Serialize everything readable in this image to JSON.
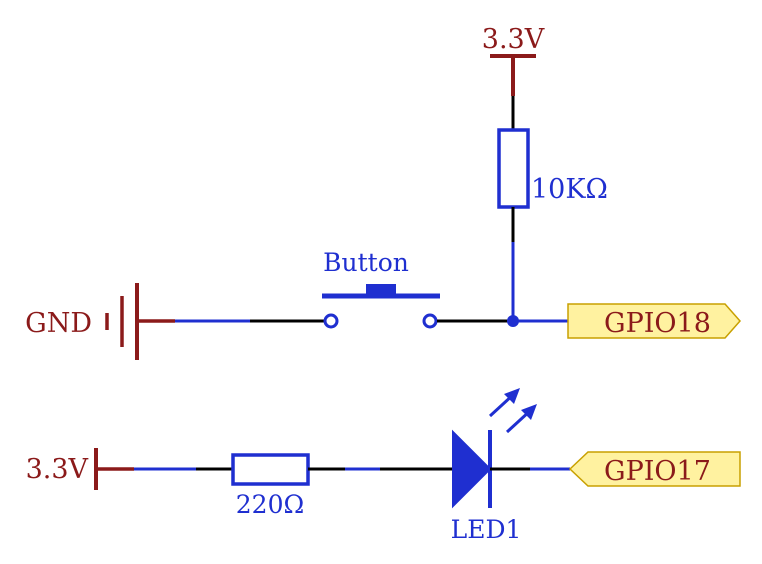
{
  "labels": {
    "vcc_top": "3.3V",
    "resistor_top": "10KΩ",
    "button": "Button",
    "gnd": "GND",
    "gpio18": "GPIO18",
    "vcc_left": "3.3V",
    "resistor_bottom": "220Ω",
    "led": "LED1",
    "gpio17": "GPIO17"
  },
  "colors": {
    "power": "#8b1a1a",
    "component": "#1f2fd0",
    "wire": "#000000",
    "port_fill": "#fff2a0",
    "port_stroke": "#c8a000"
  }
}
